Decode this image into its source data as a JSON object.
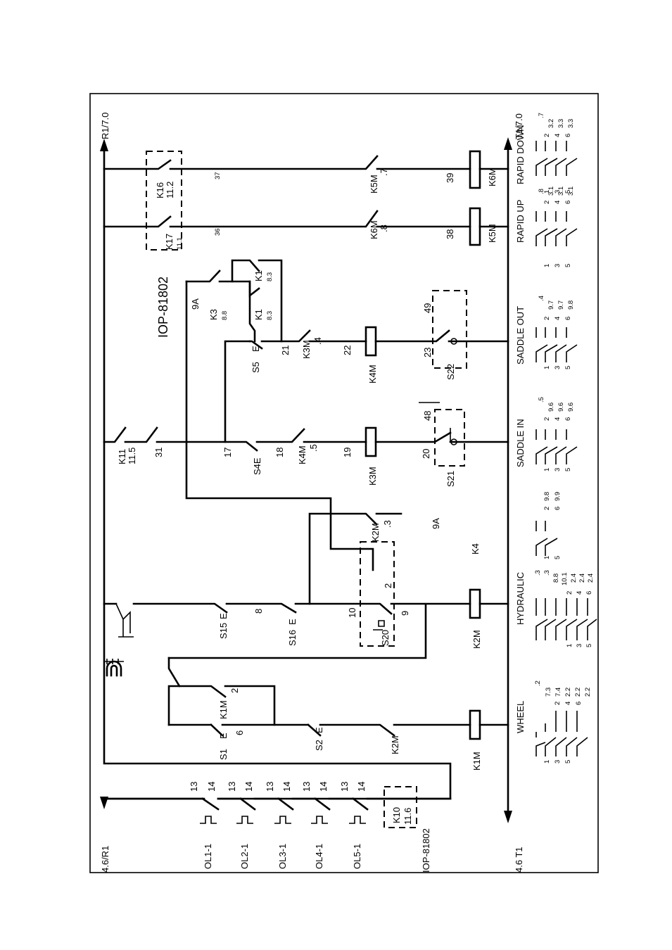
{
  "terminals": {
    "left_top": "4.6/R1",
    "right_top": "R1/7.0",
    "left_bottom": "4.6 T1",
    "right_bottom": "T1/7.0"
  },
  "overloads": [
    {
      "name": "OL1-1",
      "nc": "13",
      "no": "14"
    },
    {
      "name": "OL2-1",
      "nc": "13",
      "no": "14"
    },
    {
      "name": "OL3-1",
      "nc": "13",
      "no": "14"
    },
    {
      "name": "OL4-1",
      "nc": "13",
      "no": "14"
    },
    {
      "name": "OL5-1",
      "nc": "13",
      "no": "14"
    }
  ],
  "iop_bottom": {
    "k": "K10",
    "ref": "11.6",
    "code": "IOP-81802"
  },
  "iop_top": {
    "code": "IOP-81802",
    "k16": "K16",
    "k16_ref": "11.2",
    "k17": "K17",
    "k17_ref": "11.1"
  },
  "wheel": {
    "s1": "S1",
    "s1_e": "E",
    "k1m": "K1M",
    "k1m_a": "2",
    "k1m_b": "6",
    "s2": "S2",
    "s2_e": "E",
    "k2m": "K2M",
    "coil": "K1M",
    "title": "WHEEL"
  },
  "hydraulic": {
    "s15": "S15",
    "s15_e": "E",
    "wire8": "8",
    "s16": "S16",
    "s16_e": "E",
    "wire10": "10",
    "wire9": "9",
    "s20": "S20",
    "s20_2": "2",
    "k2m_top": "K2M",
    "k2m_top_ref": ".3",
    "wire9a": "9A",
    "k4": "K4",
    "coil": "K2M",
    "title": "HYDRAULIC"
  },
  "saddle_in": {
    "k11": "K11",
    "k11_ref": "11.5",
    "wire31": "31",
    "wire17": "17",
    "s4e": "S4E",
    "wire18": "18",
    "k4m": "K4M",
    "k4m_ref": ".5",
    "wire19": "19",
    "coil": "K3M",
    "wire20": "20",
    "s21": "S21",
    "wire48": "48",
    "title": "SADDLE IN"
  },
  "saddle_out": {
    "wire9a": "9A",
    "k3": "K3",
    "k3_ref": "8.8",
    "k1a": "K1",
    "k1a_ref": "8.3",
    "k1b": "K1",
    "k1b_ref": "8.3",
    "s5": "S5",
    "s5_e": "E",
    "wire21": "21",
    "k3m": "K3M",
    "k3m_ref": ".4",
    "wire22": "22",
    "coil": "K4M",
    "wire23": "23",
    "s22": "S22",
    "wire49": "49",
    "title": "SADDLE OUT"
  },
  "rapid_up": {
    "k6m": "K6M",
    "k6m_ref": ".8",
    "wire36": "36",
    "wire38": "38",
    "coil": "K5M",
    "title": "RAPID UP"
  },
  "rapid_down": {
    "k5m": "K5M",
    "k5m_ref": ".7",
    "wire37": "37",
    "wire39": "39",
    "coil": "K6M",
    "title": "RAPID DOWN"
  },
  "contact_tables": {
    "wheel": {
      "nums": [
        "1",
        "3",
        "5",
        "2",
        "4",
        "6"
      ],
      "refs": [
        ".2",
        "7.3",
        "7.4",
        "2.2",
        "2.2",
        "2.2"
      ]
    },
    "hydraulic": {
      "nums": [
        "1",
        "3",
        "5",
        "2",
        "4",
        "6"
      ],
      "refs": [
        ".3",
        ".3",
        "8.8",
        "10.1",
        "2.4",
        "2.4",
        "2.4"
      ]
    },
    "k4": {
      "nums": [
        "1",
        "5",
        "2",
        "6"
      ],
      "refs": [
        "9.8",
        "9.9"
      ]
    },
    "saddle_in": {
      "nums": [
        "1",
        "3",
        "5",
        "2",
        "4",
        "6"
      ],
      "refs": [
        ".5",
        "9.6",
        "9.6",
        "9.6"
      ]
    },
    "saddle_out": {
      "nums": [
        "1",
        "3",
        "5",
        "2",
        "4",
        "6"
      ],
      "refs": [
        ".4",
        "9.7",
        "9.7",
        "9.8"
      ]
    },
    "rapid_up": {
      "nums": [
        "1",
        "3",
        "5",
        "2",
        "4",
        "6"
      ],
      "refs": [
        ".8",
        "3.1",
        "3.1",
        "3.1"
      ]
    },
    "rapid_down": {
      "nums": [
        "1",
        "3",
        "5",
        "2",
        "4",
        "6"
      ],
      "refs": [
        ".7",
        "3.2",
        "3.3",
        "3.3"
      ]
    }
  }
}
